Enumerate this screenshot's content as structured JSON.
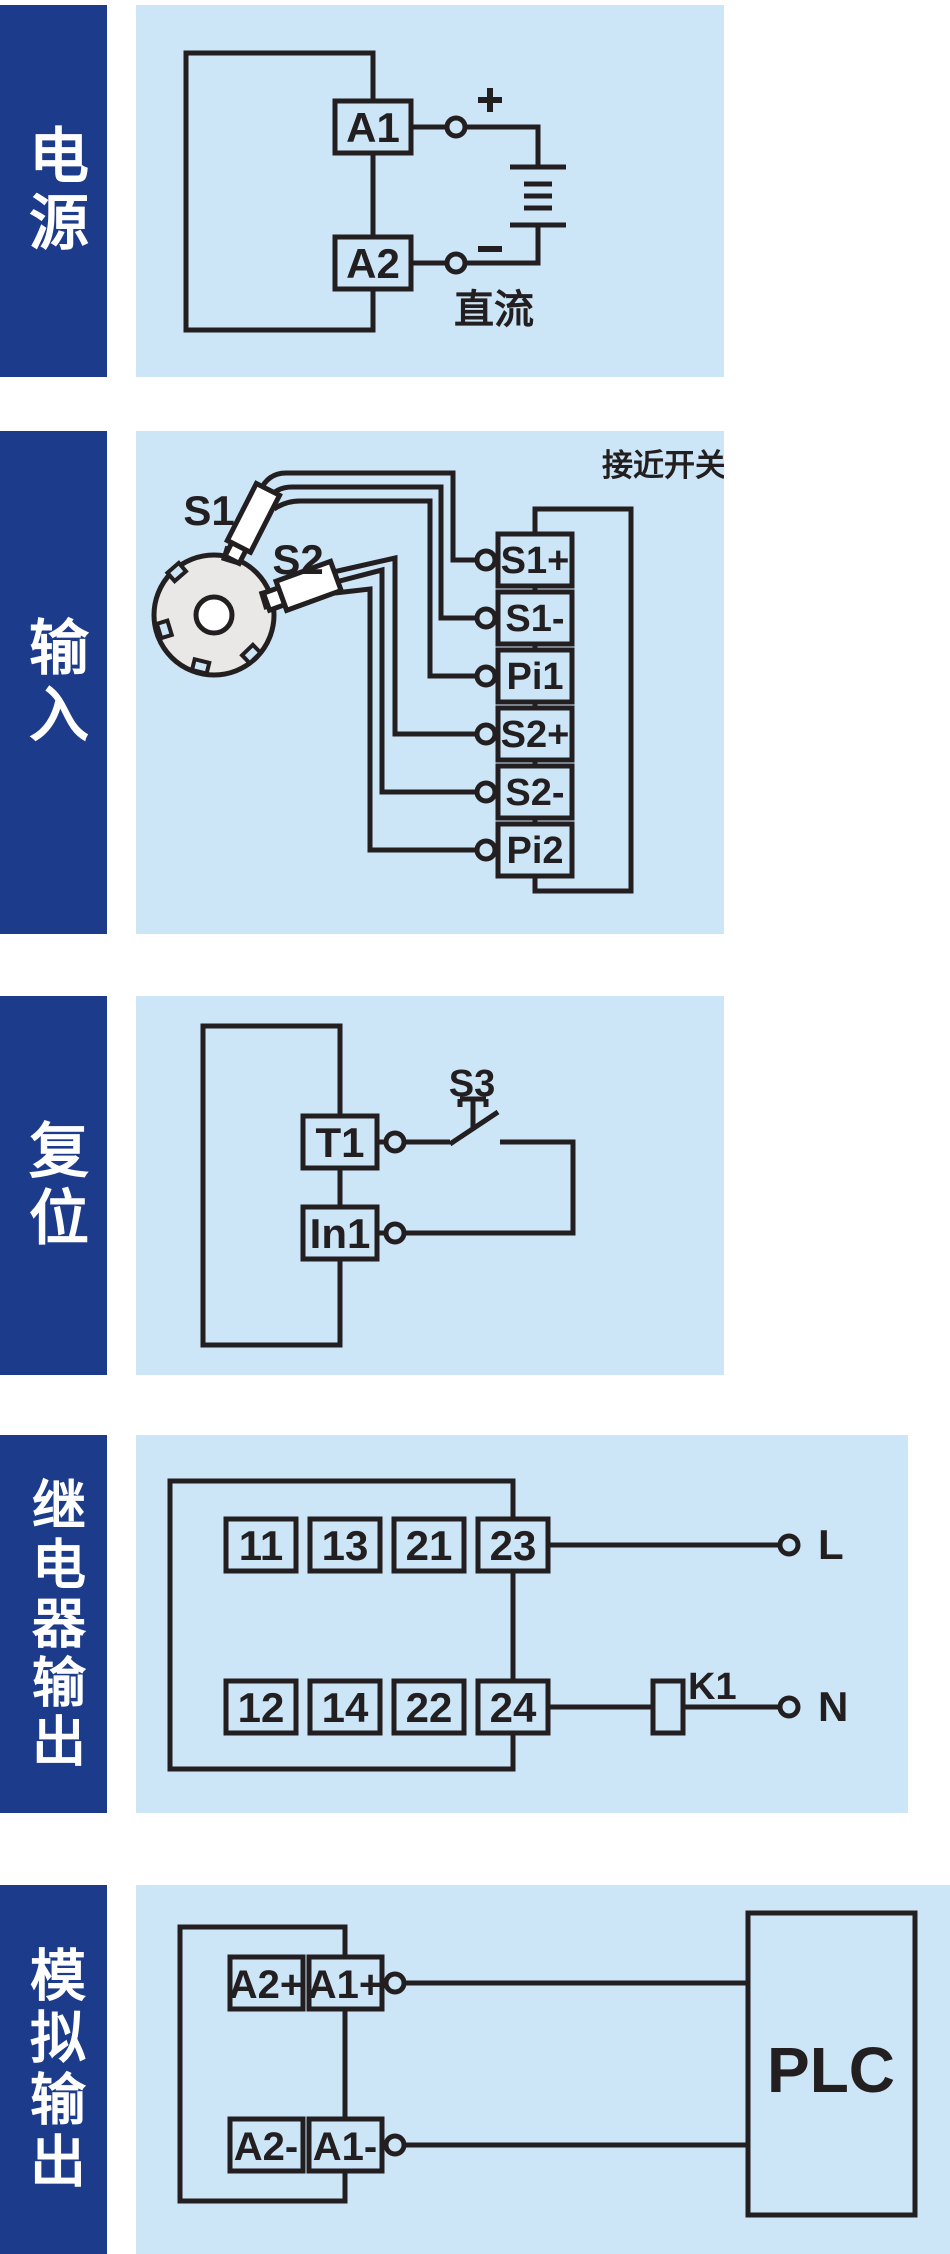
{
  "colors": {
    "sidebar_bg": "#1d3b8b",
    "panel_bg": "#cce5f7",
    "line_color": "#231f20",
    "wheel_fill": "#e9e8e6",
    "sidebar_text": "#ffffff"
  },
  "sections": {
    "power": {
      "sidebar_label": "电源",
      "terminal_a1": "A1",
      "terminal_a2": "A2",
      "plus": "+",
      "minus": "-",
      "supply_label": "直流"
    },
    "input": {
      "sidebar_label": "输入",
      "title": "接近开关",
      "sensor1_label": "S1",
      "sensor2_label": "S2",
      "terminals": [
        "S1+",
        "S1-",
        "Pi1",
        "S2+",
        "S2-",
        "Pi2"
      ]
    },
    "reset": {
      "sidebar_label": "复位",
      "terminal_t1": "T1",
      "terminal_in1": "In1",
      "switch_label": "S3"
    },
    "relay": {
      "sidebar_label": "继电器输出",
      "top_terminals": [
        "11",
        "13",
        "21",
        "23"
      ],
      "bottom_terminals": [
        "12",
        "14",
        "22",
        "24"
      ],
      "coil_label": "K1",
      "line_label": "L",
      "neutral_label": "N"
    },
    "analog": {
      "sidebar_label": "模拟输出",
      "top_terminals": [
        "A2+",
        "A1+"
      ],
      "bottom_terminals": [
        "A2-",
        "A1-"
      ],
      "plc_label": "PLC"
    }
  }
}
